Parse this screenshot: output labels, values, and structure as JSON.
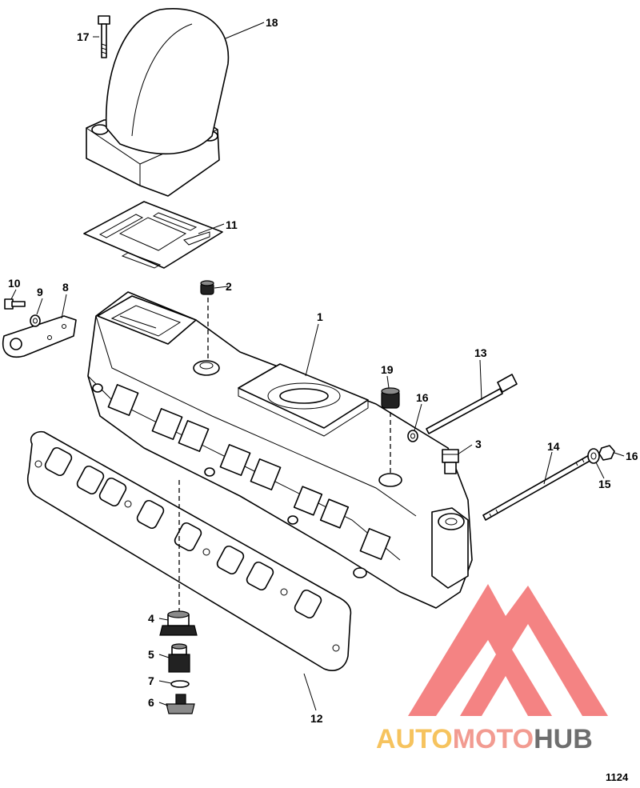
{
  "diagram": {
    "figure_number": "1124",
    "callouts": [
      {
        "id": "c1",
        "label": "1"
      },
      {
        "id": "c2",
        "label": "2"
      },
      {
        "id": "c3",
        "label": "3"
      },
      {
        "id": "c4",
        "label": "4"
      },
      {
        "id": "c5",
        "label": "5"
      },
      {
        "id": "c6",
        "label": "6"
      },
      {
        "id": "c7",
        "label": "7"
      },
      {
        "id": "c8",
        "label": "8"
      },
      {
        "id": "c9",
        "label": "9"
      },
      {
        "id": "c10",
        "label": "10"
      },
      {
        "id": "c11",
        "label": "11"
      },
      {
        "id": "c12",
        "label": "12"
      },
      {
        "id": "c13",
        "label": "13"
      },
      {
        "id": "c14",
        "label": "14"
      },
      {
        "id": "c15",
        "label": "15"
      },
      {
        "id": "c16a",
        "label": "16"
      },
      {
        "id": "c16b",
        "label": "16"
      },
      {
        "id": "c17",
        "label": "17"
      },
      {
        "id": "c18",
        "label": "18"
      },
      {
        "id": "c19",
        "label": "19"
      }
    ]
  },
  "watermark": {
    "text_auto": "AUTO",
    "text_moto": "MOTO",
    "text_hub": "HUB",
    "color_auto": "#f5b942",
    "color_moto": "#f08a7e",
    "color_hub": "#555555",
    "logo_color": "#f26d6d"
  }
}
